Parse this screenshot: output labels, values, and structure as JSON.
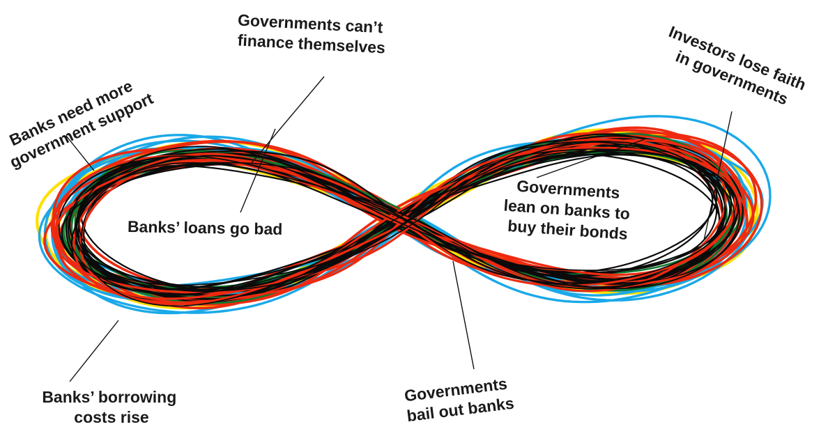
{
  "labels": {
    "governments_cant_finance": [
      "Governments can’t",
      "finance themselves"
    ],
    "investors_lose_faith": [
      "Investors lose faith",
      "in governments"
    ],
    "banks_need_support": [
      "Banks need more",
      "government support"
    ],
    "banks_loans_bad": "Banks’ loans go bad",
    "governments_lean_on_banks": [
      "Governments",
      "lean on banks to",
      "buy their bonds"
    ],
    "banks_borrowing_costs": [
      "Banks’ borrowing",
      "costs rise"
    ],
    "governments_bail_out": [
      "Governments",
      "bail out banks"
    ]
  },
  "colors": {
    "yellow": "#ffe000",
    "blue": "#1aa9e8",
    "red": "#ee2a10",
    "green": "#0f7a2e",
    "black": "#0b0b0b",
    "text": "#1a1a1a"
  }
}
